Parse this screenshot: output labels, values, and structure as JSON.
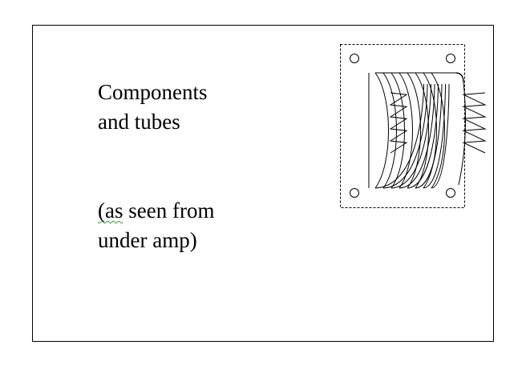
{
  "caption": {
    "line1": "Components",
    "line2": "and tubes",
    "line3_a": "(as",
    "line3_b": " seen from",
    "line4": "under amp)"
  },
  "colors": {
    "ink": "#000000",
    "spellcheck_underline": "#3a9a3a",
    "background": "#ffffff"
  }
}
